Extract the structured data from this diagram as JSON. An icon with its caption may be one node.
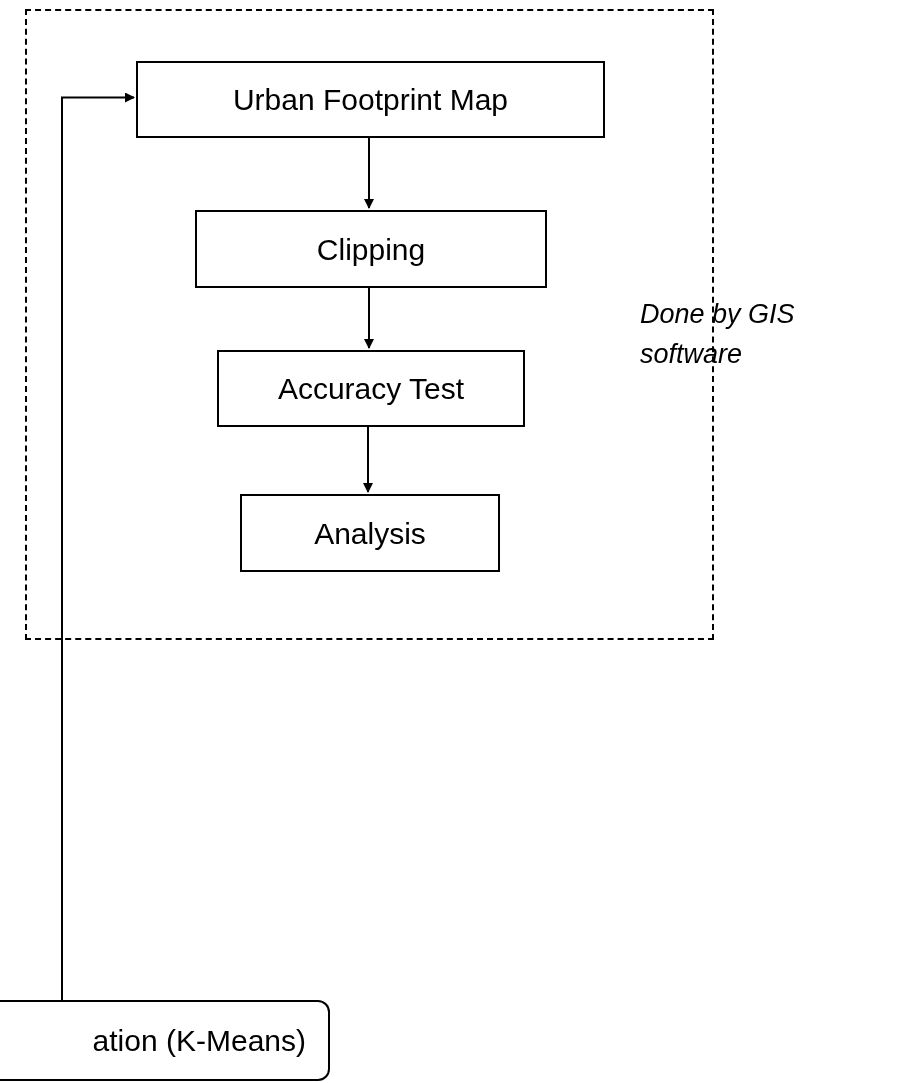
{
  "diagram": {
    "nodes": [
      {
        "text": [
          "Done by GIS software"
        ]
      },
      {
        "text": [
          "Urban Footprint Map"
        ],
        "in": 0
      },
      {
        "text": [
          "Clipping"
        ],
        "in": 0
      },
      {
        "text": [
          "Accuracy Test"
        ],
        "in": 0
      },
      {
        "text": [
          "Analysis"
        ],
        "in": 0
      },
      {
        "text": [
          "ation (K-Means)"
        ]
      }
    ],
    "edges": [
      {
        "from": 5,
        "to": 1,
        "arrow": "to"
      },
      {
        "from": 1,
        "to": 2,
        "arrow": "to"
      },
      {
        "from": 2,
        "to": 3,
        "arrow": "to"
      },
      {
        "from": 3,
        "to": 4,
        "arrow": "to"
      }
    ]
  }
}
